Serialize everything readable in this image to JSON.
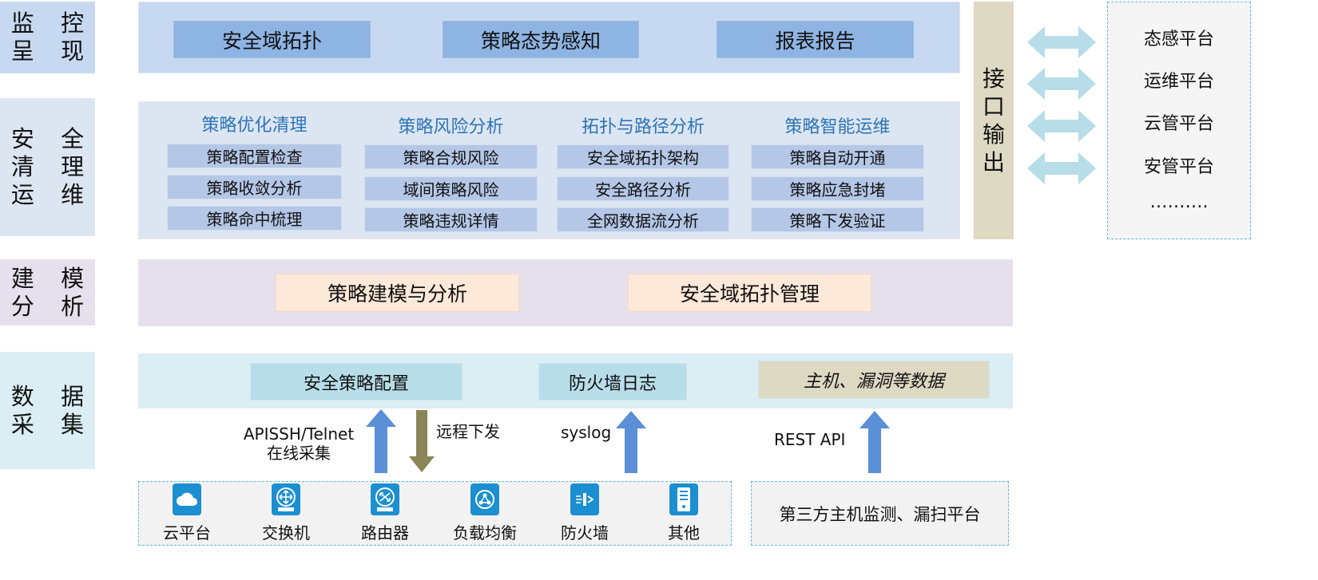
{
  "layers": {
    "monitor": [
      "监 控",
      "呈 现"
    ],
    "ops": [
      "安 全",
      "清 理",
      "运 维"
    ],
    "model": [
      "建 模",
      "分 析"
    ],
    "collect": [
      "数 据",
      "采 集"
    ]
  },
  "monitor": {
    "items": [
      "安全域拓扑",
      "策略态势感知",
      "报表报告"
    ]
  },
  "ops": {
    "columns": [
      {
        "title": "策略优化清理",
        "items": [
          "策略配置检查",
          "策略收敛分析",
          "策略命中梳理"
        ]
      },
      {
        "title": "策略风险分析",
        "items": [
          "策略合规风险",
          "域间策略风险",
          "策略违规详情"
        ]
      },
      {
        "title": "拓扑与路径分析",
        "items": [
          "安全域拓扑架构",
          "安全路径分析",
          "全网数据流分析"
        ]
      },
      {
        "title": "策略智能运维",
        "items": [
          "策略自动开通",
          "策略应急封堵",
          "策略下发验证"
        ]
      }
    ]
  },
  "model": {
    "items": [
      "策略建模与分析",
      "安全域拓扑管理"
    ]
  },
  "collect": {
    "items": [
      "安全策略配置",
      "防火墙日志",
      "主机、漏洞等数据"
    ]
  },
  "arrows": {
    "api_line1": "APISSH/Telnet",
    "api_line2": "在线采集",
    "remote": "远程下发",
    "syslog": "syslog",
    "rest": "REST API"
  },
  "devices": [
    {
      "label": "云平台",
      "icon": "cloud-icon"
    },
    {
      "label": "交换机",
      "icon": "switch-icon"
    },
    {
      "label": "路由器",
      "icon": "router-icon"
    },
    {
      "label": "负载均衡",
      "icon": "load-balancer-icon"
    },
    {
      "label": "防火墙",
      "icon": "firewall-icon"
    },
    {
      "label": "其他",
      "icon": "server-icon"
    }
  ],
  "third_party": "第三方主机监测、漏扫平台",
  "interface": {
    "label": [
      "接",
      "口",
      "输",
      "出"
    ]
  },
  "platforms": [
    "态感平台",
    "运维平台",
    "云管平台",
    "安管平台",
    "………."
  ],
  "colors": {
    "monitor_band": "#c6d9f1",
    "ops_band": "#dce6f2",
    "model_band": "#e6e0ec",
    "collect_band": "#daeef3",
    "interface_band": "#ddd9c3",
    "double_arrow": "#b7dde8",
    "up_arrow": "#5b8fd6",
    "down_arrow": "#8a8657"
  }
}
